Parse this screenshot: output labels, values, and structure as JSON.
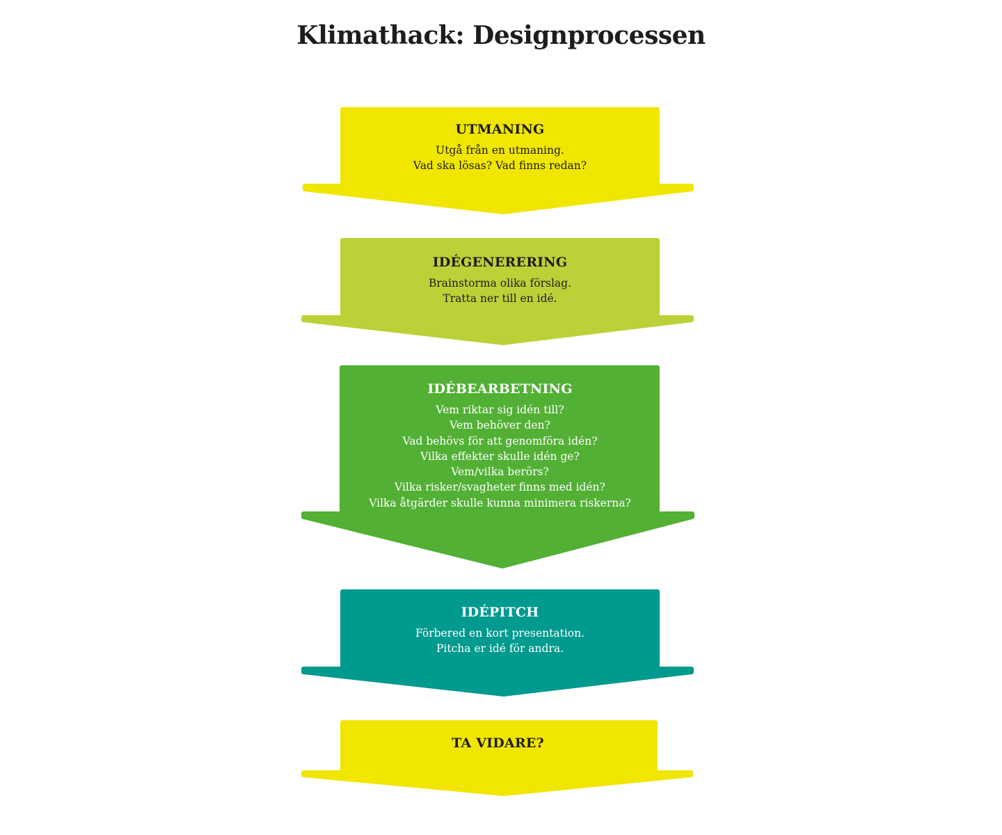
{
  "title": "Klimathack: Designprocessen",
  "colors": {
    "yellow": "#f1e600",
    "lime": "#bcd137",
    "green": "#52b035",
    "teal": "#009a8f",
    "text_dark": "#1d1d1b"
  },
  "steps": [
    {
      "heading": "UTMANING",
      "lines": [
        "Utgå från en utmaning.",
        "Vad ska lösas? Vad finns redan?"
      ]
    },
    {
      "heading": "IDÉGENERERING",
      "lines": [
        "Brainstorma olika förslag.",
        "Tratta ner till en idé."
      ]
    },
    {
      "heading": "IDÉBEARBETNING",
      "lines": [
        "Vem riktar sig idén till?",
        "Vem behöver den?",
        "Vad behövs för att genomföra idén?",
        "Vilka effekter skulle idén ge?",
        "Vem/vilka berörs?",
        "Vilka risker/svagheter finns med idén?",
        "Vilka åtgärder skulle kunna minimera riskerna?"
      ]
    },
    {
      "heading": "IDÉPITCH",
      "lines": [
        "Förbered en kort presentation.",
        "Pitcha er idé för andra."
      ]
    },
    {
      "heading": "TA VIDARE?",
      "lines": []
    }
  ]
}
